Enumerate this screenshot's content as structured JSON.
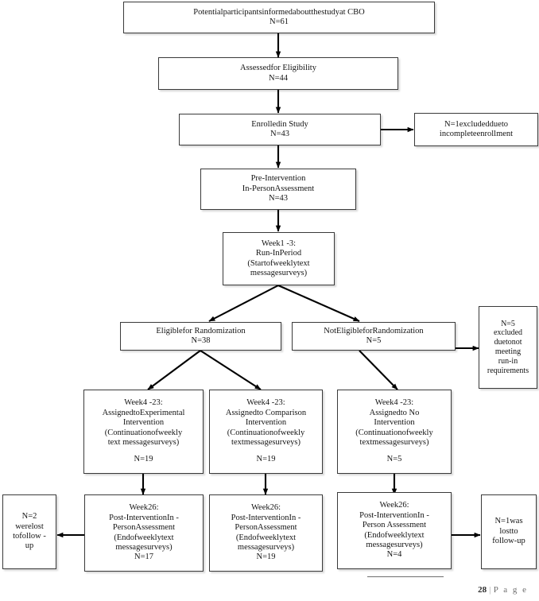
{
  "document": {
    "type": "participant-flow-diagram",
    "footer": {
      "page_number": "28",
      "separator": "|",
      "word": "P a g e"
    }
  },
  "theme": {
    "background": "#ffffff",
    "box_border": "#3a3a3a",
    "text": "#141414",
    "arrow": "#000000",
    "footer_text": "#6d6d6d"
  },
  "nodes": {
    "informed": {
      "id": "informed",
      "line1": "Potentialparticipantsinformedaboutthestudyat CBO",
      "line2": "N=61",
      "n": "61"
    },
    "assessed": {
      "id": "assessed",
      "line1": "Assessedfor  Eligibility",
      "line2": "N=44",
      "n": "44"
    },
    "enrolled": {
      "id": "enrolled",
      "line1": "Enrolledin  Study",
      "line2": "N=43",
      "n": "43"
    },
    "excluded_enrollment": {
      "id": "excluded-enrollment",
      "line1": "N=1excludeddueto",
      "line2": "incompleteenrollment",
      "n": "1"
    },
    "pre_intervention": {
      "id": "pre-intervention",
      "line1": "Pre-Intervention",
      "line2": "In-PersonAssessment",
      "line3": "N=43",
      "n": "43"
    },
    "run_in": {
      "id": "run-in-period",
      "line1": "Week1 -3:",
      "line2": "Run-InPeriod",
      "line3": "(Startofweeklytext",
      "line4": "messagesurveys)"
    },
    "eligible_rand": {
      "id": "eligible-for-randomization",
      "line1": "Eligiblefor  Randomization",
      "line2": "N=38",
      "n": "38"
    },
    "not_eligible_rand": {
      "id": "not-eligible-for-randomization",
      "line1": "NotEligibleforRandomization",
      "line2": "N=5",
      "n": "5"
    },
    "excluded_runin": {
      "id": "excluded-run-in",
      "line1": "N=5",
      "line2": "excluded",
      "line3": "duetonot",
      "line4": "meeting",
      "line5": "run-in",
      "line6": "requirements",
      "n": "5"
    },
    "arm_experimental": {
      "id": "arm-experimental",
      "line1": "Week4 -23:",
      "line2": "AssignedtoExperimental",
      "line3": "Intervention",
      "line4": "(Continuationofweekly",
      "line5": "text messagesurveys)",
      "line6": "N=19",
      "n": "19"
    },
    "arm_comparison": {
      "id": "arm-comparison",
      "line1": "Week4 -23:",
      "line2": "Assignedto  Comparison",
      "line3": "Intervention",
      "line4": "(Continuationofweekly",
      "line5": "textmessagesurveys)",
      "line6": "N=19",
      "n": "19"
    },
    "arm_none": {
      "id": "arm-no-intervention",
      "line1": "Week4 -23:",
      "line2": "Assignedto  No",
      "line3": "Intervention",
      "line4": "(Continuationofweekly",
      "line5": "textmessagesurveys)",
      "line6": "N=5",
      "n": "5"
    },
    "lost_left": {
      "id": "lost-to-followup-left",
      "line1": "N=2",
      "line2": "werelost",
      "line3": "tofollow -",
      "line4": "up",
      "n": "2"
    },
    "post_experimental": {
      "id": "post-experimental",
      "line1": "Week26:",
      "line2": "Post-InterventionIn -",
      "line3": "PersonAssessment",
      "line4": "(Endofweeklytext",
      "line5": "messagesurveys)",
      "line6": "N=17",
      "n": "17"
    },
    "post_comparison": {
      "id": "post-comparison",
      "line1": "Week26:",
      "line2": "Post-InterventionIn -",
      "line3": "PersonAssessment",
      "line4": "(Endofweeklytext",
      "line5": "messagesurveys)",
      "line6": "N=19",
      "n": "19"
    },
    "post_none": {
      "id": "post-no-intervention",
      "line1": "Week26:",
      "line2": "Post-InterventionIn -",
      "line3": "Person Assessment",
      "line4": "(Endofweeklytext",
      "line5": "messagesurveys)",
      "line6": "N=4",
      "n": "4"
    },
    "lost_right": {
      "id": "lost-to-followup-right",
      "line1": "N=1was",
      "line2": "lostto",
      "line3": "follow-up",
      "n": "1"
    }
  },
  "edges": [
    {
      "from": "informed",
      "to": "assessed",
      "kind": "vertical-arrow"
    },
    {
      "from": "assessed",
      "to": "enrolled",
      "kind": "vertical-arrow"
    },
    {
      "from": "enrolled",
      "to": "excluded_enrollment",
      "kind": "horizontal-arrow-right"
    },
    {
      "from": "enrolled",
      "to": "pre_intervention",
      "kind": "vertical-arrow"
    },
    {
      "from": "pre_intervention",
      "to": "run_in",
      "kind": "vertical-arrow"
    },
    {
      "from": "run_in",
      "to": "eligible_rand",
      "kind": "diagonal-arrow-left"
    },
    {
      "from": "run_in",
      "to": "not_eligible_rand",
      "kind": "diagonal-arrow-right"
    },
    {
      "from": "not_eligible_rand",
      "to": "excluded_runin",
      "kind": "horizontal-arrow-right"
    },
    {
      "from": "eligible_rand",
      "to": "arm_experimental",
      "kind": "diagonal-arrow-left"
    },
    {
      "from": "eligible_rand",
      "to": "arm_comparison",
      "kind": "diagonal-arrow-right"
    },
    {
      "from": "not_eligible_rand",
      "to": "arm_none",
      "kind": "diagonal-arrow-right"
    },
    {
      "from": "arm_experimental",
      "to": "post_experimental",
      "kind": "vertical-arrow"
    },
    {
      "from": "arm_comparison",
      "to": "post_comparison",
      "kind": "vertical-arrow"
    },
    {
      "from": "arm_none",
      "to": "post_none",
      "kind": "vertical-arrow"
    },
    {
      "from": "post_experimental",
      "to": "lost_left",
      "kind": "horizontal-arrow-left"
    },
    {
      "from": "post_none",
      "to": "lost_right",
      "kind": "horizontal-arrow-right"
    }
  ]
}
